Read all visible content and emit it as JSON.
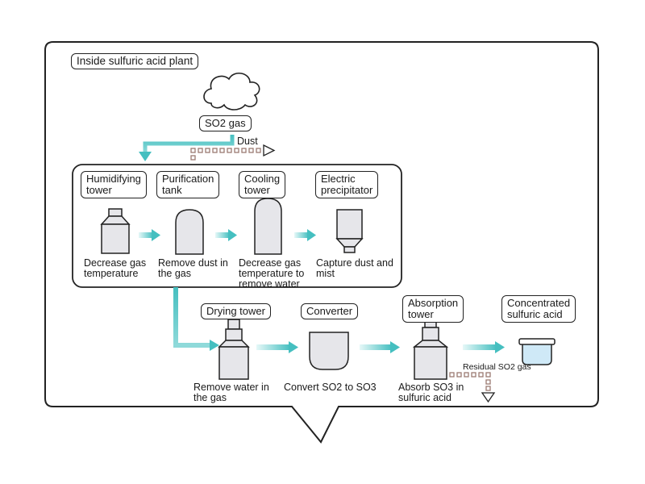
{
  "title": "Inside sulfuric acid plant",
  "source": {
    "icon": "cloud-icon",
    "label": "SO2 gas"
  },
  "dust_label": "Dust",
  "stages_top": [
    {
      "label": "Humidifying\ntower",
      "caption": "Decrease gas\ntemperature",
      "icon": "humidifying-tower-icon"
    },
    {
      "label": "Purification\ntank",
      "caption": "Remove dust in\nthe gas",
      "icon": "purification-tank-icon"
    },
    {
      "label": "Cooling\ntower",
      "caption": "Decrease gas\ntemperature to\nremove water",
      "icon": "cooling-tower-icon"
    },
    {
      "label": "Electric\nprecipitator",
      "caption": "Capture dust and\nmist",
      "icon": "electric-precipitator-icon"
    }
  ],
  "stages_bottom": [
    {
      "label": "Drying tower",
      "caption": "Remove water in\nthe gas",
      "icon": "drying-tower-icon"
    },
    {
      "label": "Converter",
      "caption": "Convert SO2 to SO3",
      "icon": "converter-icon"
    },
    {
      "label": "Absorption\ntower",
      "caption": "Absorb SO3 in\nsulfuric acid",
      "icon": "absorption-tower-icon"
    },
    {
      "label": "Concentrated\nsulfuric acid",
      "caption": "",
      "icon": "acid-beaker-icon"
    }
  ],
  "residual_label": "Residual SO2 gas",
  "colors": {
    "flow": "#5cc8c8",
    "waste": "#9b7b72",
    "equipment": "#e6e6ea",
    "liquid": "#cfe9f7"
  }
}
